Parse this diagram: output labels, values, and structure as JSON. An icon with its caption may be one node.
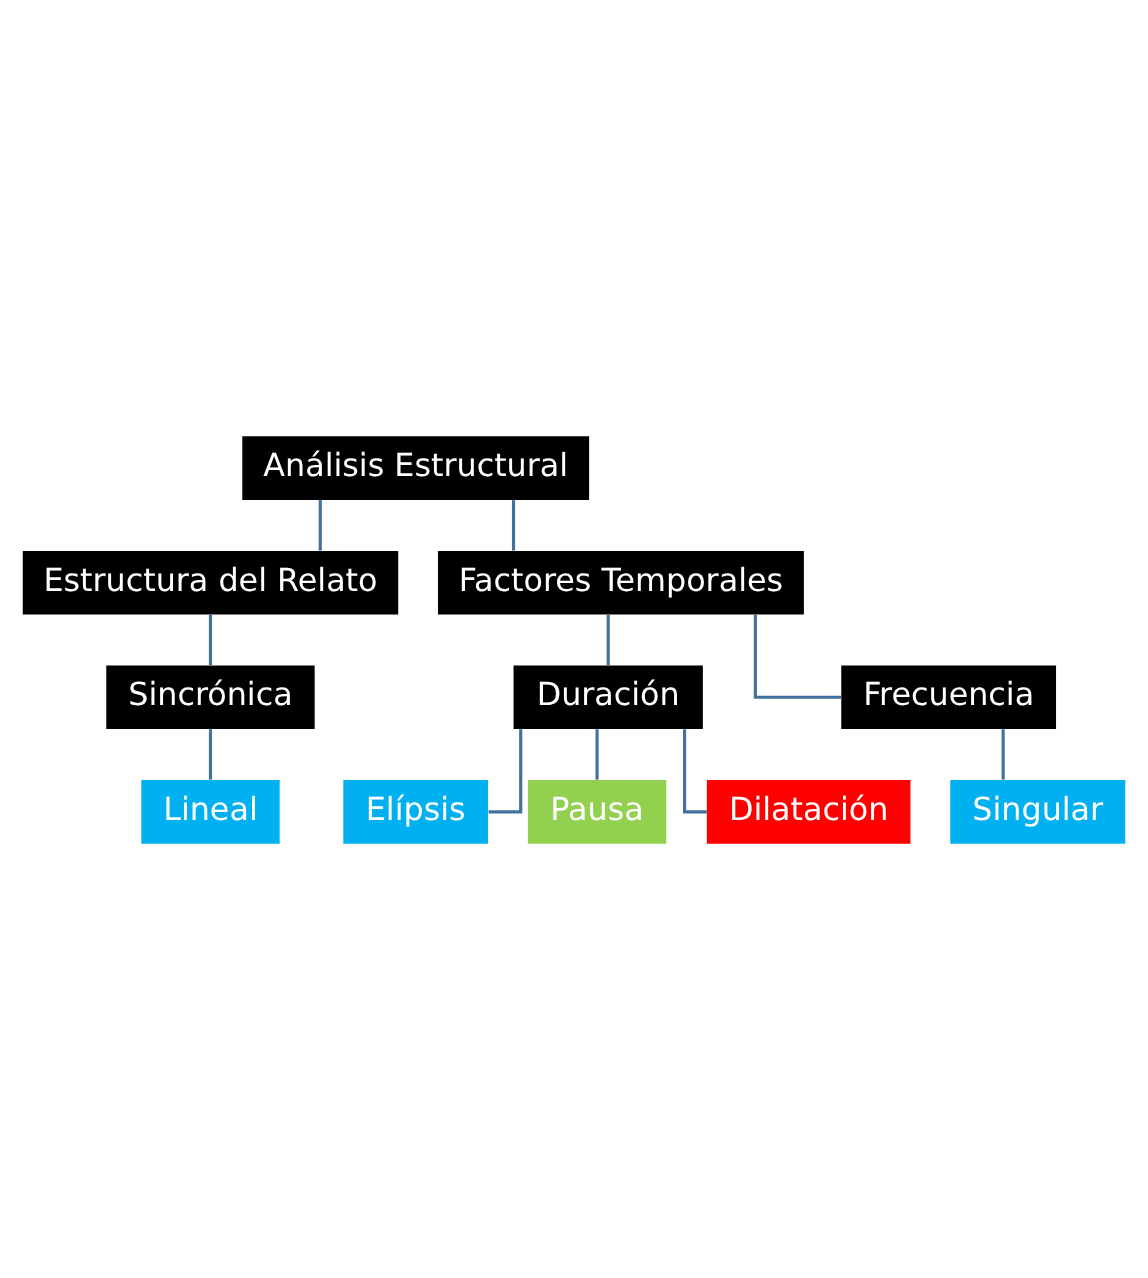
{
  "diagram": {
    "nodes": [
      {
        "text": [
          "Análisis Estructural"
        ]
      },
      {
        "text": [
          "Estructura del Relato"
        ]
      },
      {
        "text": [
          "Factores Temporales"
        ]
      },
      {
        "text": [
          "Sincrónica"
        ]
      },
      {
        "text": [
          "Duración"
        ]
      },
      {
        "text": [
          "Frecuencia"
        ]
      },
      {
        "text": [
          "Lineal"
        ]
      },
      {
        "text": [
          "Elípsis"
        ]
      },
      {
        "text": [
          "Pausa"
        ]
      },
      {
        "text": [
          "Dilatación"
        ]
      },
      {
        "text": [
          "Singular"
        ]
      }
    ],
    "edges": [
      {
        "from": 0,
        "to": 1,
        "arrow": "none"
      },
      {
        "from": 0,
        "to": 2,
        "arrow": "none"
      },
      {
        "from": 1,
        "to": 3,
        "arrow": "none"
      },
      {
        "from": 2,
        "to": 4,
        "arrow": "none"
      },
      {
        "from": 2,
        "to": 5,
        "arrow": "none"
      },
      {
        "from": 3,
        "to": 6,
        "arrow": "none"
      },
      {
        "from": 4,
        "to": 7,
        "arrow": "none"
      },
      {
        "from": 4,
        "to": 8,
        "arrow": "none"
      },
      {
        "from": 4,
        "to": 9,
        "arrow": "none"
      },
      {
        "from": 5,
        "to": 10,
        "arrow": "none"
      }
    ]
  }
}
